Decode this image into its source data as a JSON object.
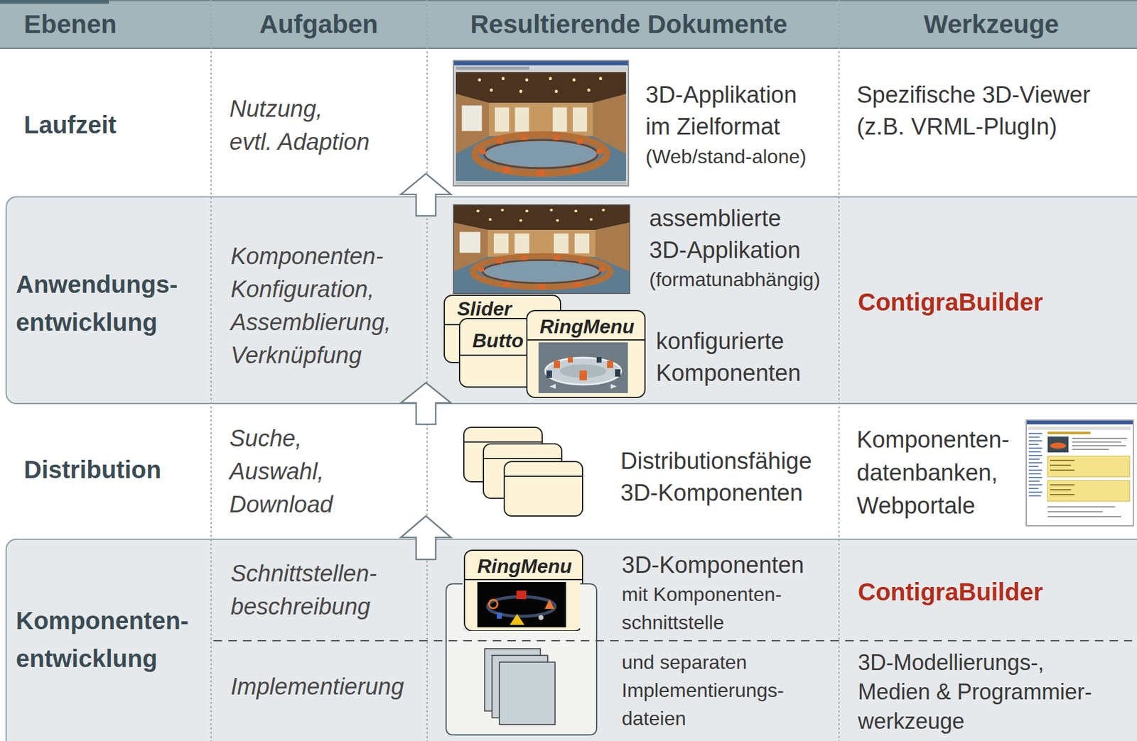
{
  "diagram": {
    "nodes": [
      {
        "text": [
          "Ebenen",
          "Aufgaben",
          "Resultierende Dokumente",
          "Werkzeuge"
        ]
      },
      {
        "text": [
          "Anwendungs- entwicklung",
          "Komponenten- Konfiguration, Assemblierung, Verknüpfung",
          "assemblierte 3D-Applikation",
          "(formatunabhängig)",
          "konfigurierte Komponenten",
          "ContigraBuilder"
        ]
      },
      {
        "text": [
          "Slider"
        ],
        "in": 1
      },
      {
        "text": [
          "Butto"
        ],
        "in": 1
      },
      {
        "text": [
          "RingMenu"
        ],
        "in": 1
      },
      {
        "text": [
          "Komponenten- entwicklung",
          "Schnittstellen- beschreibung",
          "Implementierung",
          "3D-Komponenten",
          "mit Komponenten- schnittstelle",
          "und separaten Implementierungs- dateien",
          "ContigraBuilder",
          "3D-Modellierungs-, Medien & Programmier- werkzeuge"
        ]
      },
      {
        "text": [
          "RingMenu"
        ],
        "in": 5
      }
    ],
    "labels": [
      "Laufzeit",
      "Nutzung, evtl. Adaption",
      "3D-Applikation im Zielformat",
      "(Web/stand-alone)",
      "Spezifische 3D-Viewer (z.B. VRML-PlugIn)",
      "Distribution",
      "Suche, Auswahl, Download",
      "Distributionsfähige 3D-Komponenten",
      "Komponenten- datenbanken, Webportale"
    ]
  }
}
